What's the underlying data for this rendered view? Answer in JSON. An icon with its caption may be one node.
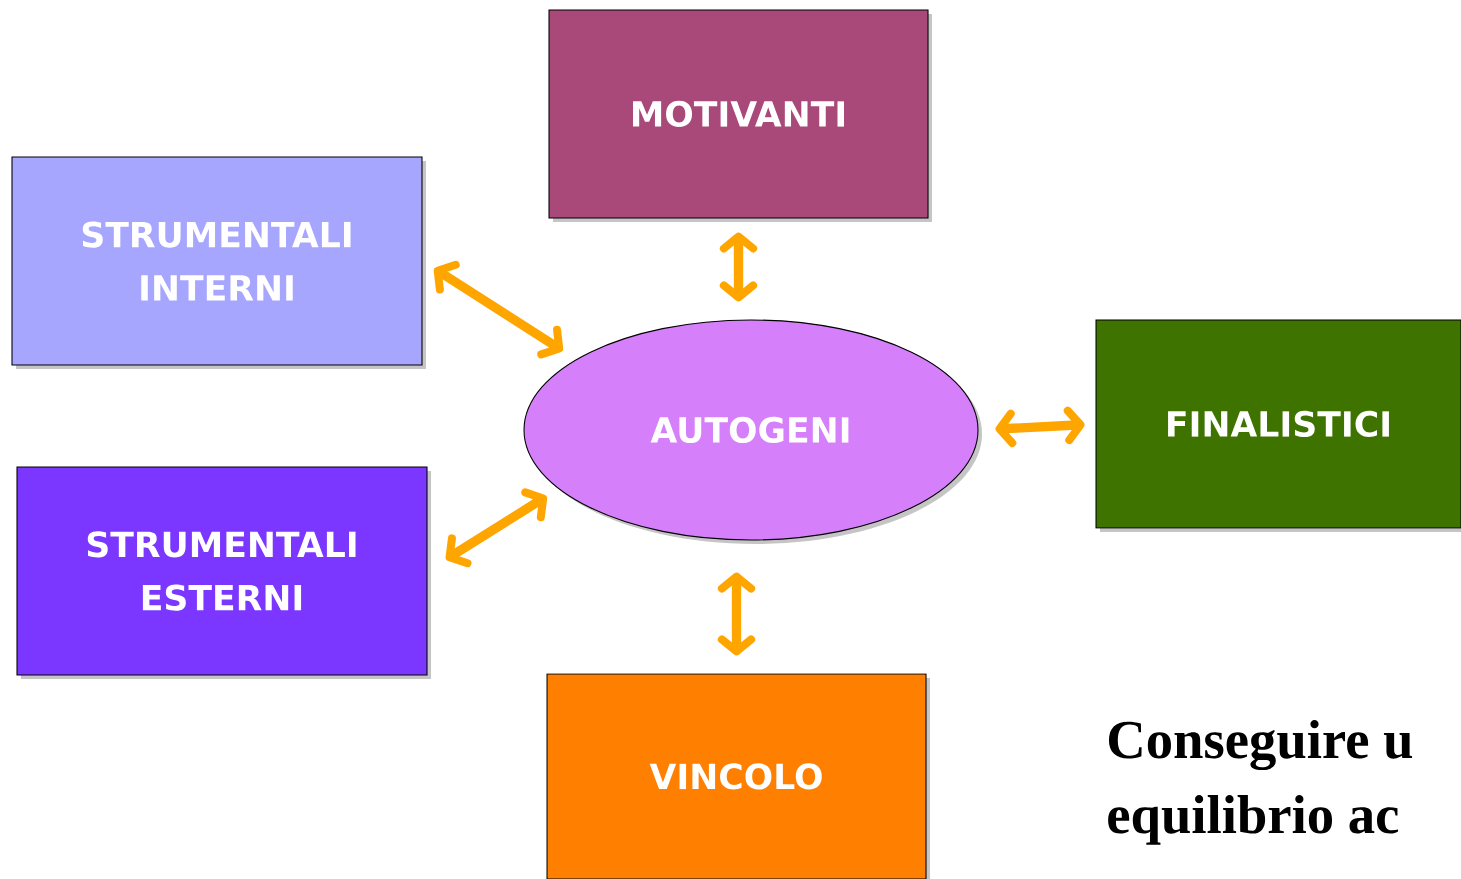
{
  "diagram": {
    "nodes": [
      {
        "text": [
          "MOTIVANTI"
        ]
      },
      {
        "text": [
          "STRUMENTALI INTERNI"
        ]
      },
      {
        "text": [
          "AUTOGENI"
        ]
      },
      {
        "text": [
          "FINALISTICI"
        ]
      },
      {
        "text": [
          "STRUMENTALI ESTERNI"
        ]
      },
      {
        "text": [
          "VINCOLO"
        ]
      }
    ],
    "edges": [
      {
        "from": 1,
        "to": 2,
        "arrow": "both"
      },
      {
        "from": 0,
        "to": 2,
        "arrow": "both"
      },
      {
        "from": 2,
        "to": 3,
        "arrow": "both"
      },
      {
        "from": 4,
        "to": 2,
        "arrow": "both"
      },
      {
        "from": 2,
        "to": 5,
        "arrow": "both"
      }
    ],
    "labels": [
      "Conseguire u",
      "equilibrio ac"
    ]
  }
}
